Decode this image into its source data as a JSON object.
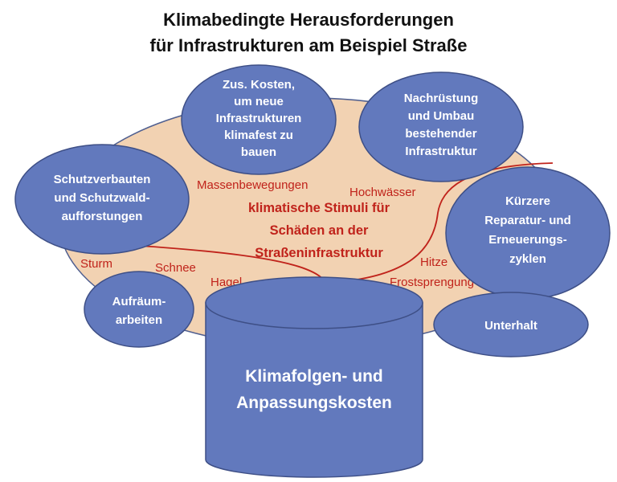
{
  "title": {
    "line1": "Klimabedingte Herausforderungen",
    "line2": "für Infrastrukturen am Beispiel Straße"
  },
  "center": {
    "line1": "klimatische Stimuli für",
    "line2": "Schäden an der",
    "line3": "Straßeninfrastruktur"
  },
  "stimuli": {
    "massenbewegungen": "Massenbewegungen",
    "hochwaesser": "Hochwässer",
    "sturm": "Sturm",
    "schnee": "Schnee",
    "hagel": "Hagel",
    "hitze": "Hitze",
    "frostsprengung": "Frostsprengung"
  },
  "bubbles": {
    "zus_kosten": [
      "Zus. Kosten,",
      "um neue",
      "Infrastrukturen",
      "klimafest zu",
      "bauen"
    ],
    "nachruestung": [
      "Nachrüstung",
      "und Umbau",
      "bestehender",
      "Infrastruktur"
    ],
    "schutzverbauten": [
      "Schutzverbauten",
      "und Schutzwald-",
      "aufforstungen"
    ],
    "kuerzere": [
      "Kürzere",
      "Reparatur- und",
      "Erneuerungs-",
      "zyklen"
    ],
    "aufraeum": [
      "Aufräum-",
      "arbeiten"
    ],
    "unterhalt": [
      "Unterhalt"
    ]
  },
  "cylinder": {
    "line1": "Klimafolgen- und",
    "line2": "Anpassungskosten"
  },
  "colors": {
    "bubble": "#6279bd",
    "background_ellipse": "#f2d2b2",
    "stimuli_text": "#c0231b"
  }
}
